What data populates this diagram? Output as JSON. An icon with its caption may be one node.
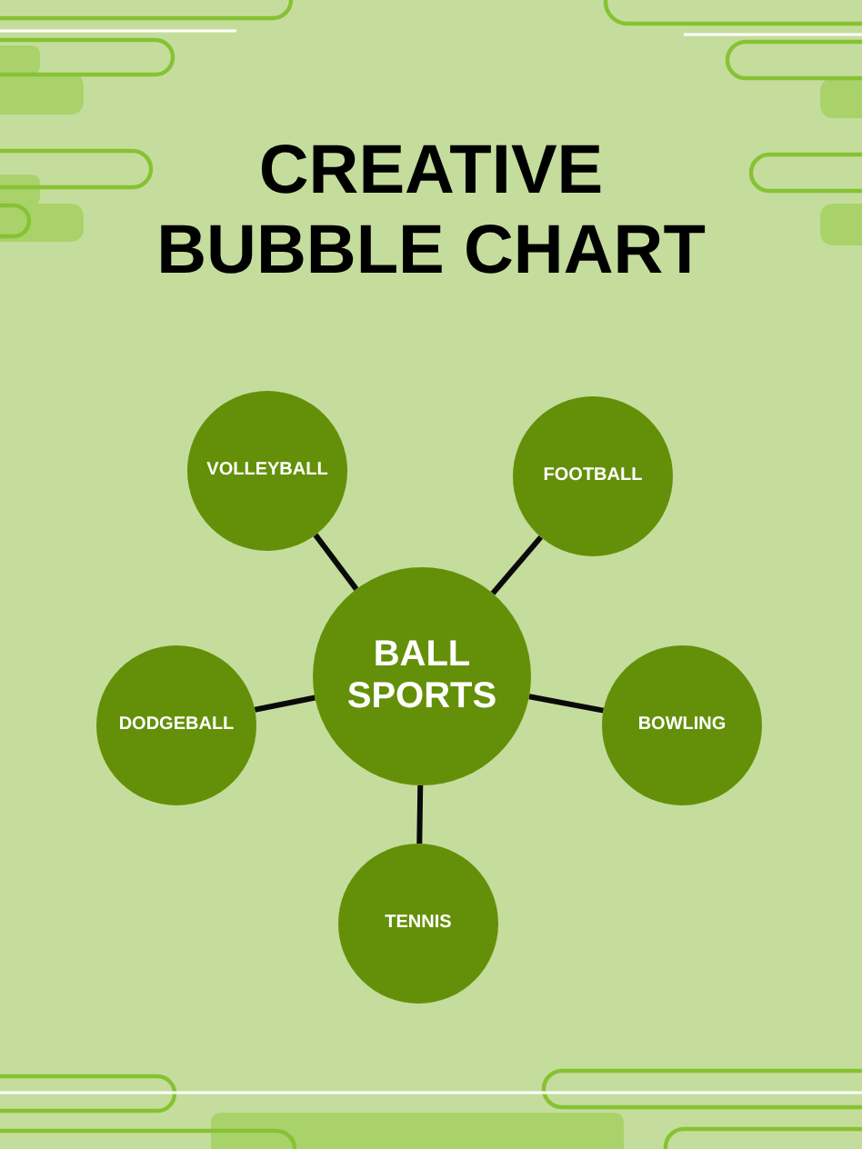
{
  "diagram": {
    "title": "CREATIVE BUBBLE CHART",
    "nodes": [
      {
        "text": [
          "VOLLEYBALL"
        ]
      },
      {
        "text": [
          "FOOTBALL"
        ]
      },
      {
        "text": [
          "BALL SPORTS"
        ]
      },
      {
        "text": [
          "DODGEBALL"
        ]
      },
      {
        "text": [
          "BOWLING"
        ]
      },
      {
        "text": [
          "TENNIS"
        ]
      }
    ],
    "edges": [
      {
        "from": 2,
        "to": 0,
        "arrow": "none"
      },
      {
        "from": 2,
        "to": 1,
        "arrow": "none"
      },
      {
        "from": 2,
        "to": 3,
        "arrow": "none"
      },
      {
        "from": 2,
        "to": 4,
        "arrow": "none"
      },
      {
        "from": 2,
        "to": 5,
        "arrow": "none"
      }
    ]
  }
}
